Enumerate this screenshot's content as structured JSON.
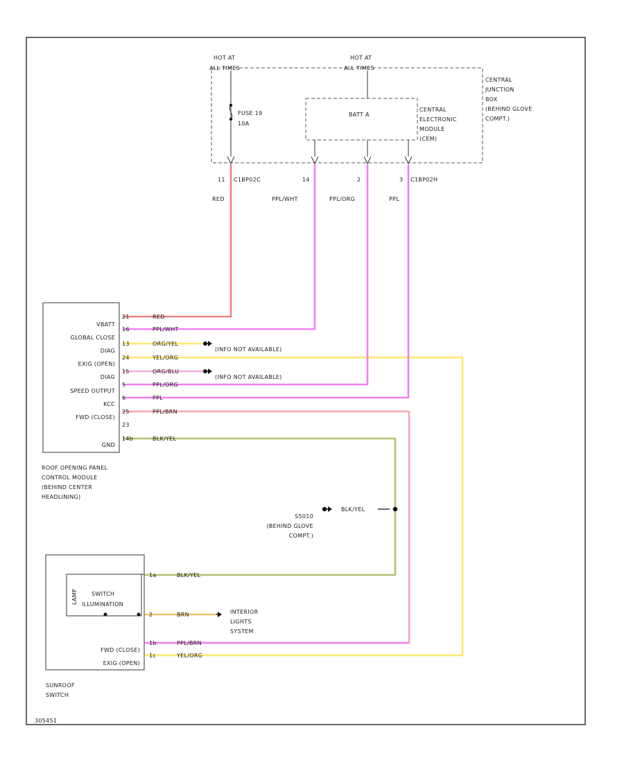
{
  "colors": {
    "red": "#f08080",
    "red_edge": "#d94b4b",
    "pink": "#f27ef2",
    "pink_edge": "#c24ac2",
    "yellow": "#ffe66b",
    "yellow_edge": "#d2b23a",
    "blk_yel": "#b8bd6e",
    "blk_yel_edge": "#4d4d2a",
    "brn": "#f1c16a",
    "brn_edge": "#b98327",
    "pnk_wire": "#f6a7b3",
    "pnk_wire_edge": "#d8546b",
    "line": "#333333"
  },
  "power": {
    "hot_left": [
      "HOT AT",
      "ALL TIMES"
    ],
    "hot_right": [
      "HOT AT",
      "ALL TIMES"
    ],
    "fuse": [
      "FUSE 19",
      "10A"
    ],
    "batt": "BATT A"
  },
  "cjb_label": [
    "CENTRAL",
    "JUNCTION",
    "BOX",
    "(BEHIND GLOVE",
    "COMPT.)"
  ],
  "cem_label": [
    "CENTRAL",
    "ELECTRONIC",
    "MODULE",
    "(CEM)"
  ],
  "connectors": {
    "c1": "C1BP02C",
    "c2": "C1BP02H",
    "pins": [
      "11",
      "14",
      "2",
      "3"
    ]
  },
  "top_wires": [
    "RED",
    "PPL/WHT",
    "PPL/ORG",
    "PPL"
  ],
  "module": {
    "pins": [
      {
        "name": "VBATT",
        "pin": "21",
        "wire": "RED"
      },
      {
        "name": "GLOBAL CLOSE",
        "pin": "16",
        "wire": "PPL/WHT"
      },
      {
        "name": "DIAG",
        "pin": "13",
        "wire": "ORG/YEL"
      },
      {
        "name": "EXIG (OPEN)",
        "pin": "24",
        "wire": "YEL/ORG"
      },
      {
        "name": "DIAG",
        "pin": "15",
        "wire": "ORG/BLU"
      },
      {
        "name": "SPEED OUTPUT",
        "pin": "5",
        "wire": "PPL/ORG"
      },
      {
        "name": "KCC",
        "pin": "6",
        "wire": "PPL"
      },
      {
        "name": "FWD (CLOSE)",
        "pin": "25",
        "wire": "PPL/BRN"
      },
      {
        "name": "",
        "pin": "23",
        "wire": ""
      },
      {
        "name": "GND",
        "pin": "14b",
        "wire": "BLK/YEL"
      }
    ],
    "label": [
      "ROOF OPENING PANEL",
      "CONTROL MODULE",
      "(BEHIND CENTER",
      "HEADLINING)"
    ]
  },
  "not_available": "(INFO NOT AVAILABLE)",
  "splice": {
    "id": "S5010",
    "location": [
      "(BEHIND GLOVE",
      "COMPT.)"
    ],
    "wire": "BLK/YEL"
  },
  "switch": {
    "illum": [
      "SWITCH",
      "ILLUMINATION"
    ],
    "lamp": "LAMP",
    "pins": [
      {
        "name": "",
        "pin": "1a",
        "wire": "BLK/YEL"
      },
      {
        "name": "",
        "pin": "2",
        "wire": "BRN"
      },
      {
        "name": "FWD (CLOSE)",
        "pin": "1b",
        "wire": "PPL/BRN"
      },
      {
        "name": "EXIG (OPEN)",
        "pin": "1c",
        "wire": "YEL/ORG"
      }
    ],
    "label": [
      "SUNROOF",
      "SWITCH"
    ]
  },
  "interior": [
    "INTERIOR",
    "LIGHTS",
    "SYSTEM"
  ],
  "footer": "305451"
}
